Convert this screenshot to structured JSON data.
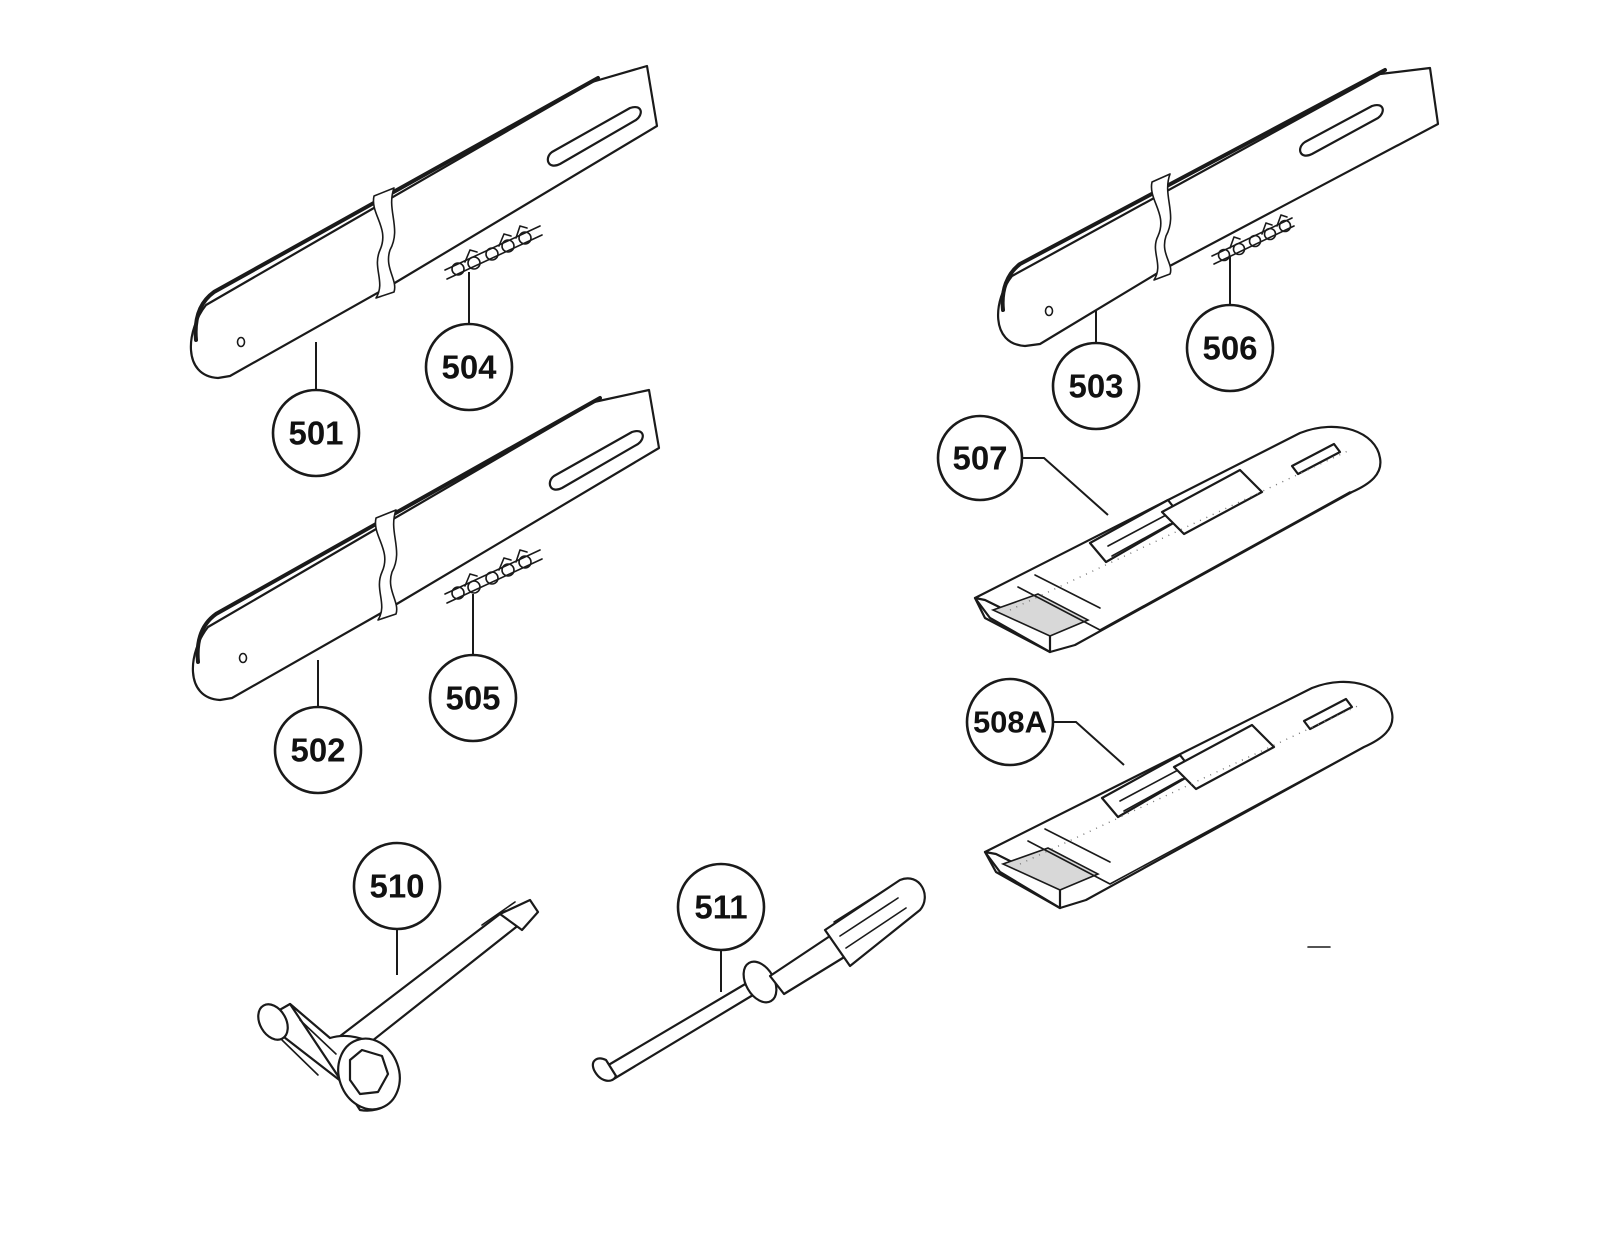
{
  "diagram": {
    "callouts": [
      {
        "id": "501",
        "label": "501"
      },
      {
        "id": "502",
        "label": "502"
      },
      {
        "id": "503",
        "label": "503"
      },
      {
        "id": "504",
        "label": "504"
      },
      {
        "id": "505",
        "label": "505"
      },
      {
        "id": "506",
        "label": "506"
      },
      {
        "id": "507",
        "label": "507"
      },
      {
        "id": "508A",
        "label": "508A"
      },
      {
        "id": "510",
        "label": "510"
      },
      {
        "id": "511",
        "label": "511"
      }
    ],
    "parts": [
      {
        "id": "501",
        "icon": "guide-bar-icon"
      },
      {
        "id": "502",
        "icon": "guide-bar-icon"
      },
      {
        "id": "503",
        "icon": "guide-bar-icon"
      },
      {
        "id": "504",
        "icon": "saw-chain-icon"
      },
      {
        "id": "505",
        "icon": "saw-chain-icon"
      },
      {
        "id": "506",
        "icon": "saw-chain-icon"
      },
      {
        "id": "507",
        "icon": "bar-cover-icon"
      },
      {
        "id": "508A",
        "icon": "bar-cover-icon"
      },
      {
        "id": "510",
        "icon": "combination-wrench-icon"
      },
      {
        "id": "511",
        "icon": "screwdriver-icon"
      }
    ]
  }
}
